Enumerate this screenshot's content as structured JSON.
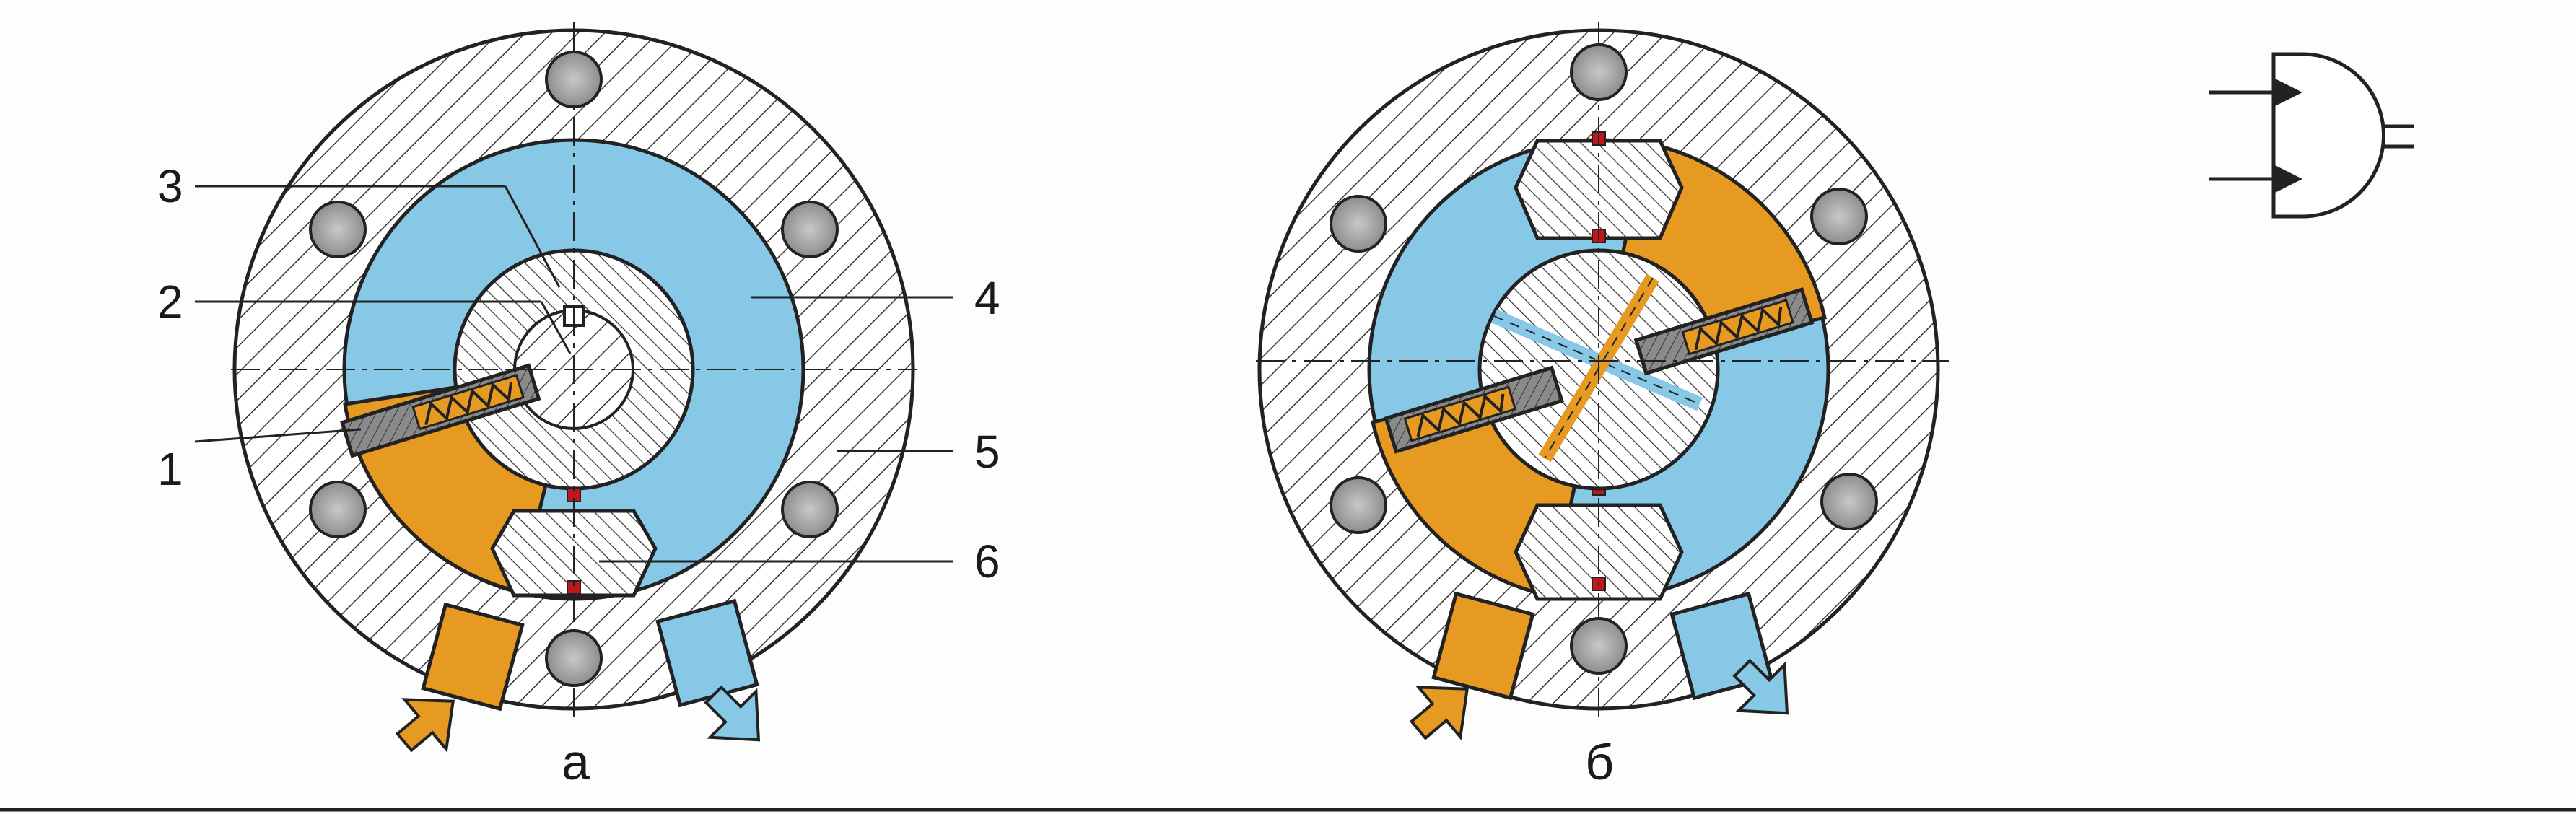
{
  "figure": {
    "colors": {
      "pressure": "#e69a22",
      "drain": "#86c8e6",
      "metal_hatch": "#333333",
      "seal": "#c01818",
      "outline": "#222222"
    },
    "view_a": {
      "caption": "а",
      "callouts": [
        {
          "id": "1",
          "text": "1"
        },
        {
          "id": "2",
          "text": "2"
        },
        {
          "id": "3",
          "text": "3"
        },
        {
          "id": "4",
          "text": "4"
        },
        {
          "id": "5",
          "text": "5"
        },
        {
          "id": "6",
          "text": "6"
        }
      ]
    },
    "view_b": {
      "caption": "б"
    },
    "symbol": {
      "name": "rotary-actuator-symbol"
    }
  }
}
